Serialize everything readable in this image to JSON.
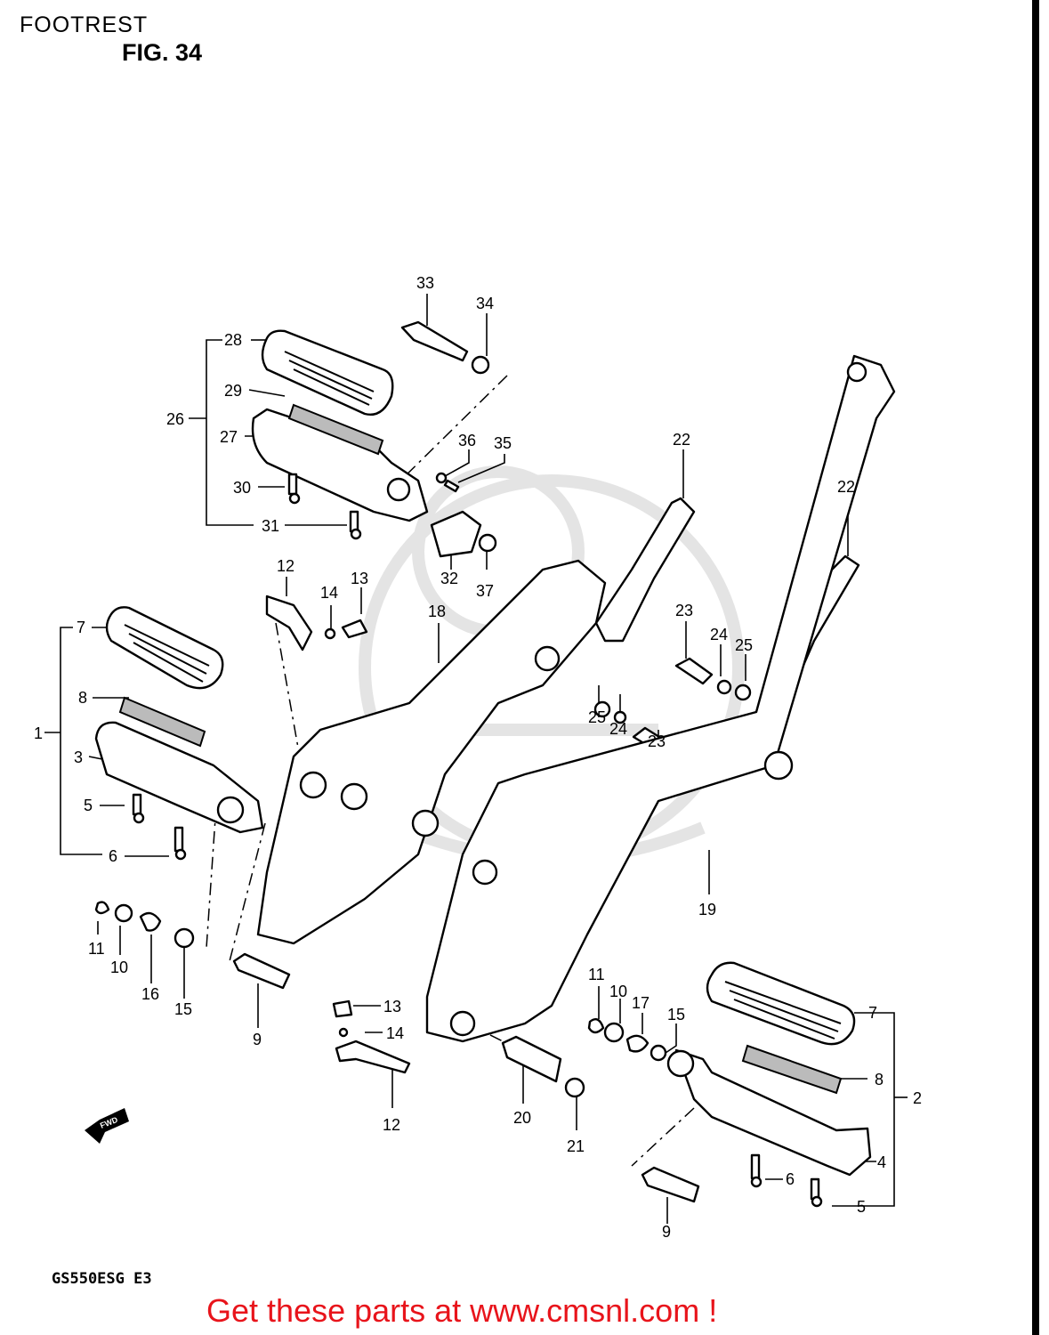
{
  "header": {
    "title": "FOOTREST",
    "figure": "FIG. 34"
  },
  "footer": {
    "model_code": "GS550ESG E3",
    "promo": "Get these parts at www.cmsnl.com !"
  },
  "callouts": [
    {
      "id": "c33",
      "label": "33"
    },
    {
      "id": "c34",
      "label": "34"
    },
    {
      "id": "c28",
      "label": "28"
    },
    {
      "id": "c29",
      "label": "29"
    },
    {
      "id": "c26",
      "label": "26"
    },
    {
      "id": "c27",
      "label": "27"
    },
    {
      "id": "c36",
      "label": "36"
    },
    {
      "id": "c35",
      "label": "35"
    },
    {
      "id": "c30",
      "label": "30"
    },
    {
      "id": "c31",
      "label": "31"
    },
    {
      "id": "c32",
      "label": "32"
    },
    {
      "id": "c37",
      "label": "37"
    },
    {
      "id": "c22a",
      "label": "22"
    },
    {
      "id": "c22b",
      "label": "22"
    },
    {
      "id": "c12a",
      "label": "12"
    },
    {
      "id": "c14a",
      "label": "14"
    },
    {
      "id": "c13a",
      "label": "13"
    },
    {
      "id": "c18",
      "label": "18"
    },
    {
      "id": "c23a",
      "label": "23"
    },
    {
      "id": "c24a",
      "label": "24"
    },
    {
      "id": "c25a",
      "label": "25"
    },
    {
      "id": "c25b",
      "label": "25"
    },
    {
      "id": "c24b",
      "label": "24"
    },
    {
      "id": "c23b",
      "label": "23"
    },
    {
      "id": "c7a",
      "label": "7"
    },
    {
      "id": "c8a",
      "label": "8"
    },
    {
      "id": "c1",
      "label": "1"
    },
    {
      "id": "c3",
      "label": "3"
    },
    {
      "id": "c5a",
      "label": "5"
    },
    {
      "id": "c6a",
      "label": "6"
    },
    {
      "id": "c19",
      "label": "19"
    },
    {
      "id": "c11a",
      "label": "11"
    },
    {
      "id": "c10a",
      "label": "10"
    },
    {
      "id": "c16",
      "label": "16"
    },
    {
      "id": "c15a",
      "label": "15"
    },
    {
      "id": "c9a",
      "label": "9"
    },
    {
      "id": "c13b",
      "label": "13"
    },
    {
      "id": "c14b",
      "label": "14"
    },
    {
      "id": "c12b",
      "label": "12"
    },
    {
      "id": "c20",
      "label": "20"
    },
    {
      "id": "c21",
      "label": "21"
    },
    {
      "id": "c11b",
      "label": "11"
    },
    {
      "id": "c10b",
      "label": "10"
    },
    {
      "id": "c17",
      "label": "17"
    },
    {
      "id": "c15b",
      "label": "15"
    },
    {
      "id": "c7b",
      "label": "7"
    },
    {
      "id": "c8b",
      "label": "8"
    },
    {
      "id": "c2",
      "label": "2"
    },
    {
      "id": "c4",
      "label": "4"
    },
    {
      "id": "c6b",
      "label": "6"
    },
    {
      "id": "c5b",
      "label": "5"
    },
    {
      "id": "c9b",
      "label": "9"
    }
  ],
  "fwd_icon": {
    "label": "FWD",
    "icon": "arrow-icon"
  }
}
